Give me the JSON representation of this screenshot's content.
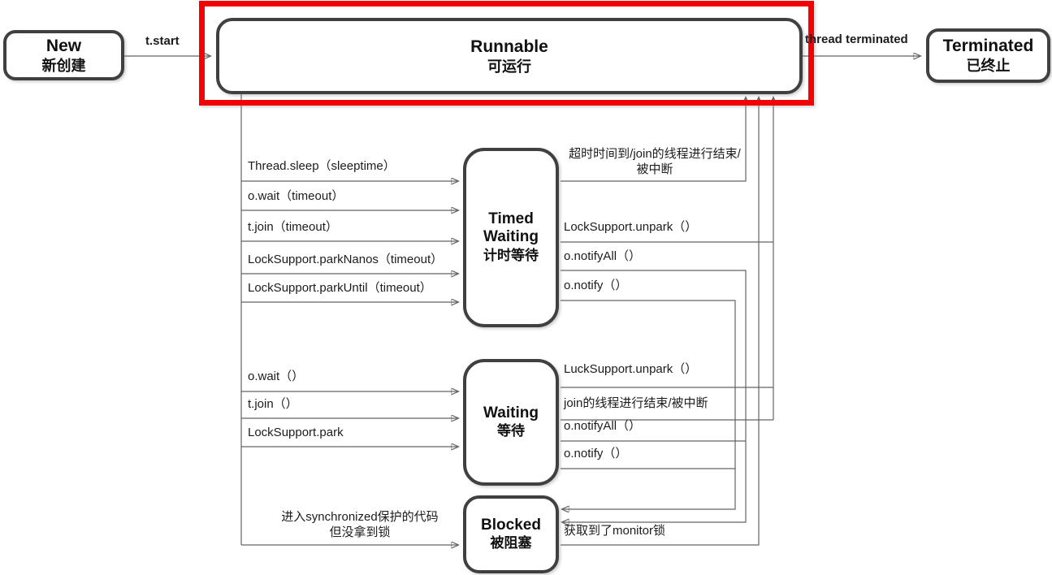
{
  "colors": {
    "highlight_frame": "#f20205",
    "box_border": "#404040",
    "connector_line": "#636363",
    "text": "#1c1c1c"
  },
  "states": {
    "new": {
      "en": "New",
      "zh": "新创建"
    },
    "runnable": {
      "en": "Runnable",
      "zh": "可运行"
    },
    "terminated": {
      "en": "Terminated",
      "zh": "已终止"
    },
    "timed_waiting": {
      "en": "Timed Waiting",
      "zh": "计时等待"
    },
    "waiting": {
      "en": "Waiting",
      "zh": "等待"
    },
    "blocked": {
      "en": "Blocked",
      "zh": "被阻塞"
    }
  },
  "edges": {
    "new_to_runnable": "t.start",
    "runnable_to_terminated": "thread terminated",
    "runnable_to_timed_waiting": [
      "Thread.sleep（sleeptime）",
      "o.wait（timeout）",
      "t.join（timeout）",
      "LockSupport.parkNanos（timeout）",
      "LockSupport.parkUntil（timeout）"
    ],
    "timed_waiting_to_runnable": [
      "超时时间到/join的线程进行结束/\n被中断",
      "LockSupport.unpark（）"
    ],
    "timed_waiting_to_blocked": [
      "o.notifyAll（）",
      "o.notify（）"
    ],
    "runnable_to_waiting": [
      "o.wait（）",
      "t.join（）",
      "LockSupport.park"
    ],
    "waiting_to_runnable": [
      "LuckSupport.unpark（）",
      "join的线程进行结束/被中断"
    ],
    "waiting_to_blocked": [
      "o.notifyAll（）",
      "o.notify（）"
    ],
    "runnable_to_blocked": "进入synchronized保护的代码\n但没拿到锁",
    "blocked_to_runnable": "获取到了monitor锁"
  }
}
